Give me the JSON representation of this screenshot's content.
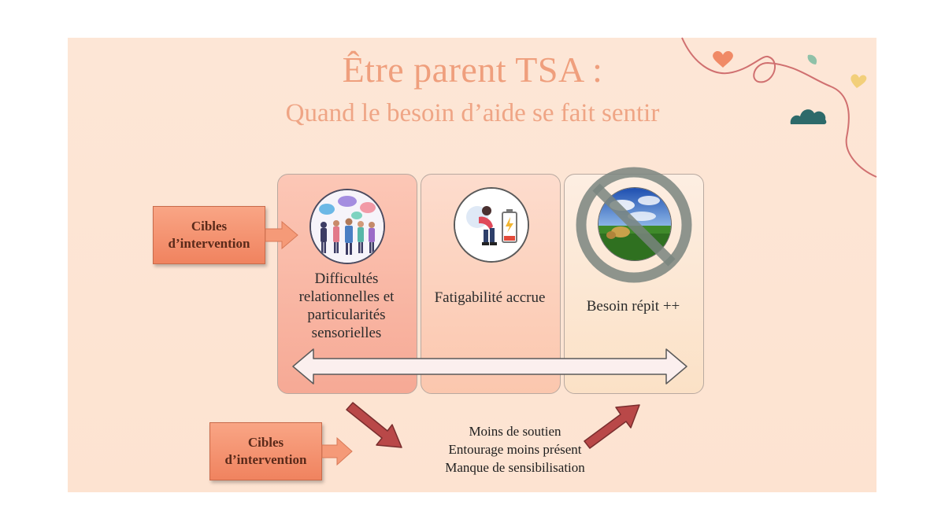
{
  "title": "Être parent TSA :",
  "subtitle": "Quand le besoin d’aide se fait sentir",
  "panels": [
    {
      "label": "Difficultés relationnelles et particularités sensorielles"
    },
    {
      "label": "Fatigabilité accrue"
    },
    {
      "label": "Besoin répit ++"
    }
  ],
  "cibles": {
    "top": {
      "line1": "Cibles",
      "line2": "d’intervention"
    },
    "bottom": {
      "line1": "Cibles",
      "line2": "d’intervention"
    }
  },
  "bottom_list": [
    "Moins de soutien",
    "Entourage moins présent",
    "Manque de sensibilisation"
  ],
  "colors": {
    "title": "#ef9f7d",
    "cible_box": "#f39470",
    "red_arrow": "#b94a4a",
    "background": "#fde4d3"
  },
  "icons": [
    "people-talking-icon",
    "tired-person-battery-icon",
    "nature-rest-prohibited-icon",
    "decorative-heart-icon",
    "decorative-leaf-icon",
    "decorative-cloud-icon"
  ]
}
